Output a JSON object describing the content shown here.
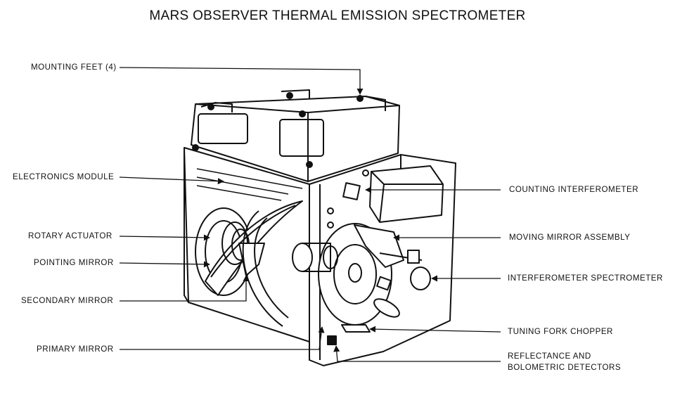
{
  "title": "MARS OBSERVER THERMAL EMISSION SPECTROMETER",
  "labels": {
    "mounting_feet": "MOUNTING FEET (4)",
    "electronics_module": "ELECTRONICS MODULE",
    "rotary_actuator": "ROTARY ACTUATOR",
    "pointing_mirror": "POINTING MIRROR",
    "secondary_mirror": "SECONDARY MIRROR",
    "primary_mirror": "PRIMARY MIRROR",
    "counting_interferometer": "COUNTING INTERFEROMETER",
    "moving_mirror_assembly": "MOVING MIRROR ASSEMBLY",
    "interferometer_spectrometer": "INTERFEROMETER SPECTROMETER",
    "tuning_fork_chopper": "TUNING FORK CHOPPER",
    "reflectance_line1": "REFLECTANCE AND",
    "reflectance_line2": "BOLOMETRIC DETECTORS"
  }
}
